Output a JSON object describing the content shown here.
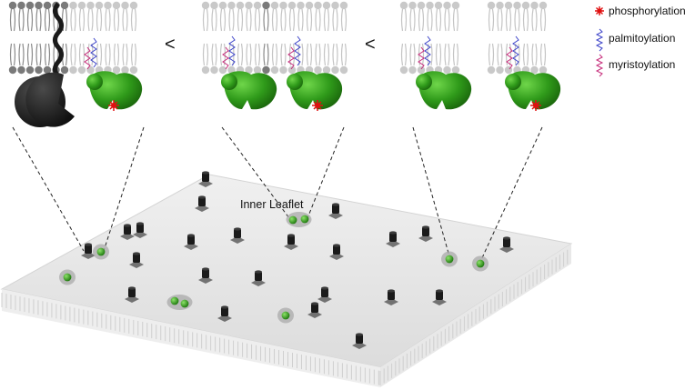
{
  "diagram": {
    "comparators": [
      "<",
      "<"
    ],
    "surface_label": "Inner Leaflet"
  },
  "legend": {
    "items": [
      {
        "label": "phosphorylation",
        "icon": "starburst-icon",
        "color": "#e01010"
      },
      {
        "label": "palmitoylation",
        "icon": "zigzag-icon",
        "color": "#3d44c9"
      },
      {
        "label": "myristoylation",
        "icon": "zigzag-icon",
        "color": "#c62b7a"
      }
    ]
  },
  "colors": {
    "protein_green": "#2f9a1a",
    "receptor_black": "#1d1d1d",
    "membrane_grey": "#e6e6e6",
    "lipid_grey": "#bdbdbd"
  }
}
